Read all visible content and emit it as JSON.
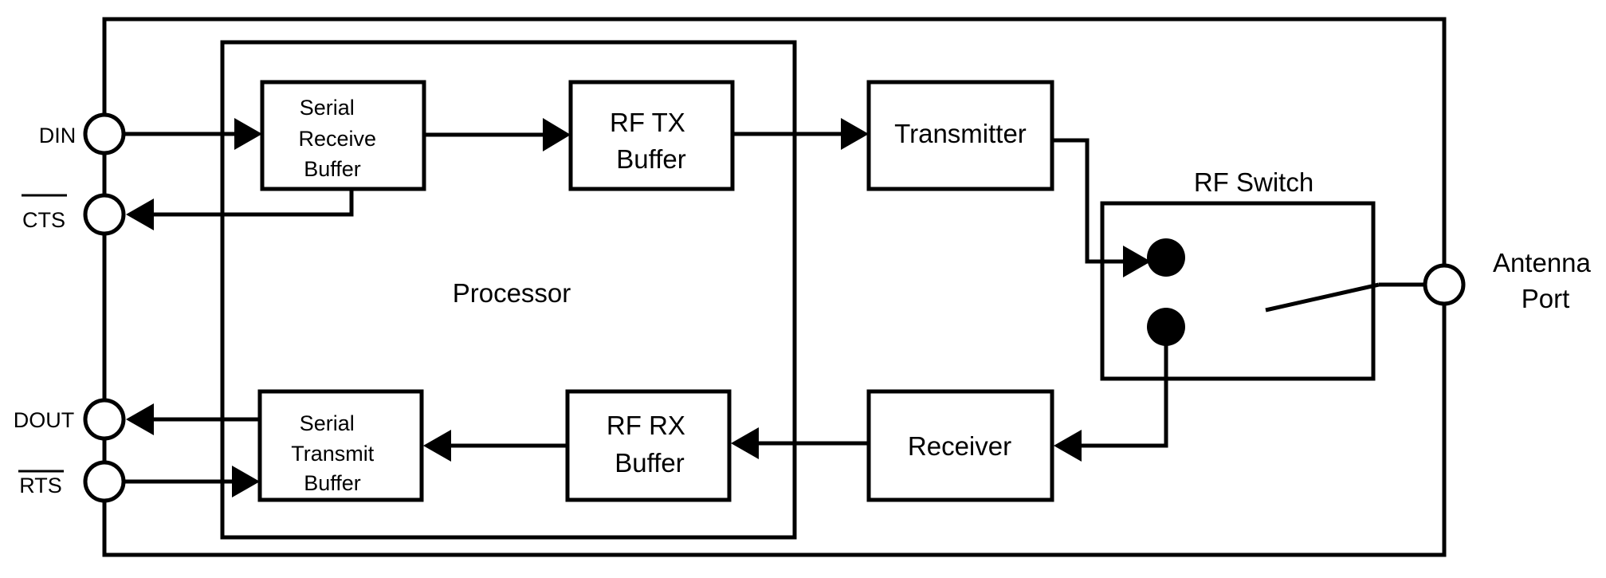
{
  "pins": {
    "din": "DIN",
    "cts": "CTS",
    "dout": "DOUT",
    "rts": "RTS",
    "antenna_line1": "Antenna",
    "antenna_line2": "Port"
  },
  "blocks": {
    "processor": "Processor",
    "serial_receive_buffer": [
      "Serial",
      "Receive",
      "Buffer"
    ],
    "rf_tx_buffer": [
      "RF TX",
      "Buffer"
    ],
    "transmitter": "Transmitter",
    "rf_switch": "RF Switch",
    "serial_transmit_buffer": [
      "Serial",
      "Transmit",
      "Buffer"
    ],
    "rf_rx_buffer": [
      "RF RX",
      "Buffer"
    ],
    "receiver": "Receiver"
  }
}
